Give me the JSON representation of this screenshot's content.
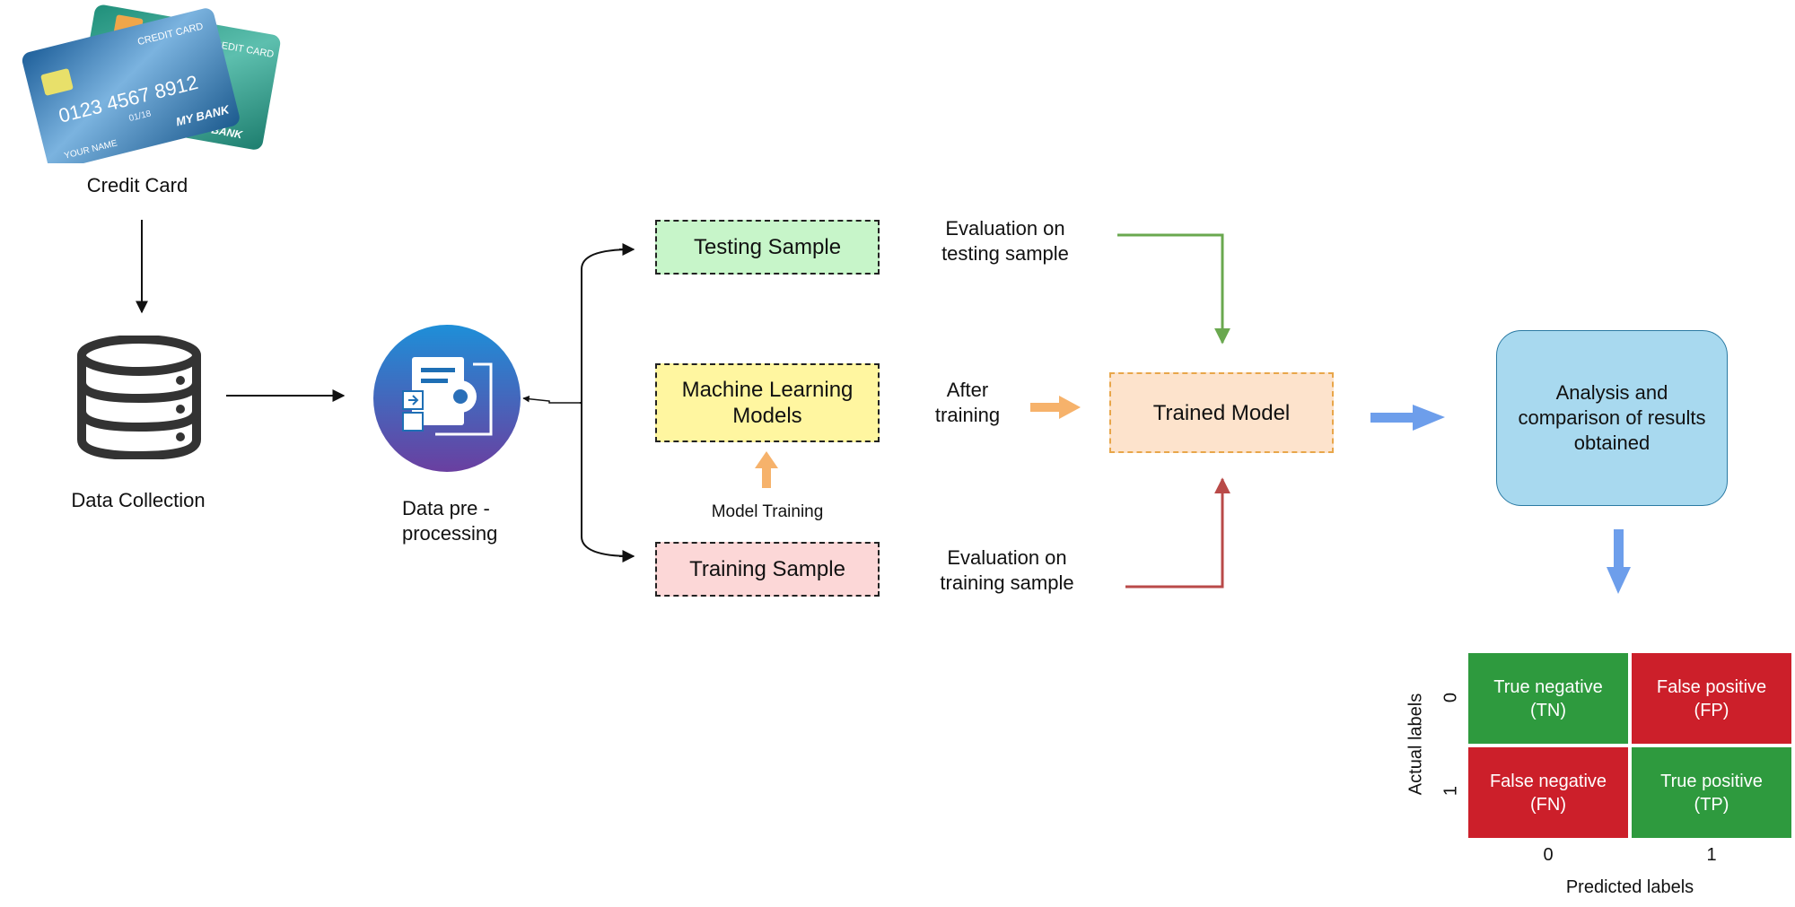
{
  "credit_card": {
    "label": "Credit Card",
    "front": {
      "header": "CREDIT CARD",
      "number": "0123 4567 8912",
      "expiry": "01/18",
      "name": "YOUR NAME",
      "bank": "MY BANK"
    },
    "back": {
      "header": "CREDIT CARD",
      "bank": "MY BANK"
    }
  },
  "data_collection": {
    "label": "Data Collection"
  },
  "preprocessing": {
    "label": "Data pre -\nprocessing"
  },
  "testing_sample": {
    "label": "Testing Sample"
  },
  "ml_models": {
    "label": "Machine Learning\nModels"
  },
  "model_training": {
    "label": "Model Training"
  },
  "training_sample": {
    "label": "Training Sample"
  },
  "eval_testing": {
    "label": "Evaluation on\ntesting sample"
  },
  "after_training": {
    "label": "After\ntraining"
  },
  "eval_training": {
    "label": "Evaluation on\ntraining sample"
  },
  "trained_model": {
    "label": "Trained Model"
  },
  "analysis": {
    "label": "Analysis and\ncomparison of results\nobtained"
  },
  "confusion_matrix": {
    "y_axis_label": "Actual labels",
    "x_axis_label": "Predicted labels",
    "row_ticks": [
      "0",
      "1"
    ],
    "col_ticks": [
      "0",
      "1"
    ],
    "cells": [
      {
        "label": "True negative\n(TN)",
        "color": "#2e9a3e"
      },
      {
        "label": "False positive\n(FP)",
        "color": "#cc1f2a"
      },
      {
        "label": "False negative\n(FN)",
        "color": "#cc1f2a"
      },
      {
        "label": "True positive\n(TP)",
        "color": "#2e9a3e"
      }
    ]
  },
  "colors": {
    "testing_fill": "#c7f5c9",
    "ml_fill": "#fff6a0",
    "training_fill": "#fcd7d7",
    "trained_fill": "#fde3cc",
    "analysis_fill": "#a8d9ef",
    "green_arrow": "#6aa84f",
    "red_arrow": "#b94a48",
    "orange_arrow": "#f6b26b",
    "blue_arrow": "#6d9eeb",
    "preprocess_top": "#1e8fd8",
    "preprocess_bottom": "#6a3fa0"
  }
}
